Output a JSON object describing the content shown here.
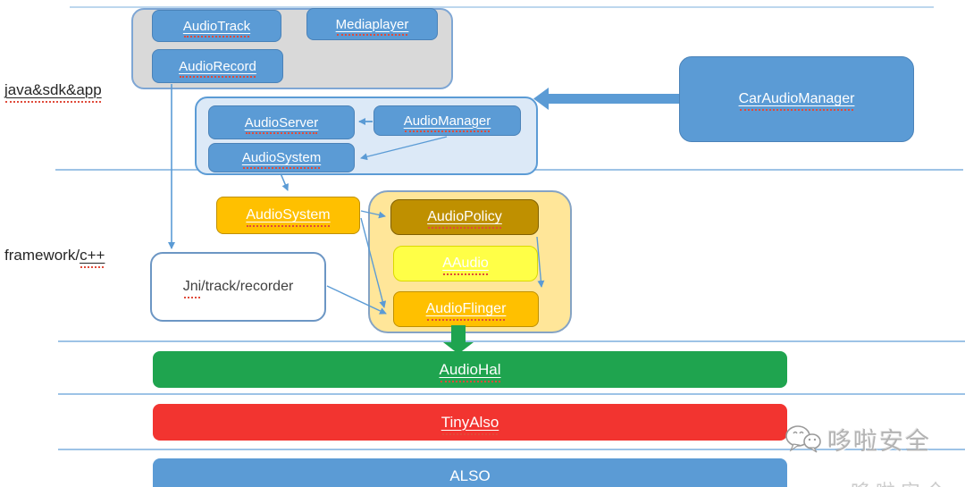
{
  "diagram": {
    "layer_labels": {
      "app": "java&sdk&app",
      "framework_prefix": "framework/",
      "framework_suffix": "c++"
    },
    "nodes": {
      "audio_track": "AudioTrack",
      "mediaplayer": "Mediaplayer",
      "audio_record": "AudioRecord",
      "audio_server": "AudioServer",
      "audio_manager": "AudioManager",
      "audio_system_java": "AudioSystem",
      "car_audio_manager": "CarAudioManager",
      "audio_system_native": "AudioSystem",
      "audio_policy": "AudioPolicy",
      "aaudio": "AAudio",
      "audio_flinger": "AudioFlinger",
      "jni_prefix": "Jni",
      "jni_suffix": "/track/recorder",
      "audio_hal": "AudioHal",
      "tiny_also": "TinyAlso",
      "also": "ALSO"
    },
    "watermark": "哆啦安全",
    "watermark_icon": "wechat-bubbles-icon",
    "colors": {
      "node_blue": "#5B9BD5",
      "group_gray": "#D9D9D9",
      "group_lightblue": "#DCE9F7",
      "group_tan": "#FFE699",
      "node_orange": "#FFC000",
      "node_gold": "#BF9000",
      "node_yellow": "#FFFF47",
      "bar_green": "#1FA44F",
      "bar_red": "#F23430",
      "divider_blue": "#9DC3E6",
      "arrow_blue": "#5B9BD5",
      "arrow_green": "#1FA44F"
    }
  }
}
